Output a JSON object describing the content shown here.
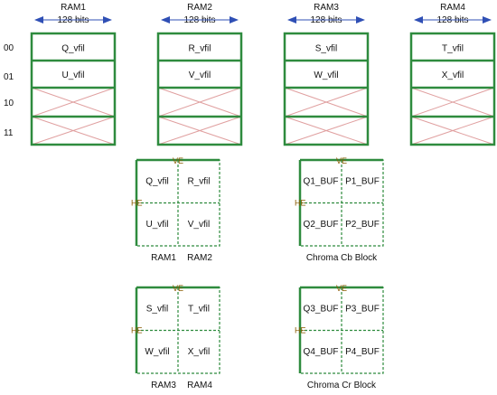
{
  "colors": {
    "box": "#2e8b3e",
    "arrow": "#2f4fb5",
    "cross": "#e0a0a0",
    "edge": "#8a5a00"
  },
  "rams": [
    {
      "title": "RAM1",
      "width": "128 bits",
      "rows": [
        "Q_vfil",
        "U_vfil"
      ]
    },
    {
      "title": "RAM2",
      "width": "128 bits",
      "rows": [
        "R_vfil",
        "V_vfil"
      ]
    },
    {
      "title": "RAM3",
      "width": "128 bits",
      "rows": [
        "S_vfil",
        "W_vfil"
      ]
    },
    {
      "title": "RAM4",
      "width": "128 bits",
      "rows": [
        "T_vfil",
        "X_vfil"
      ]
    }
  ],
  "addresses": [
    "00",
    "01",
    "10",
    "11"
  ],
  "blocks": [
    {
      "vlabel": "VE",
      "hlabel": "HE",
      "cells": [
        "Q_vfil",
        "R_vfil",
        "U_vfil",
        "V_vfil"
      ],
      "caption_left": "RAM1",
      "caption_right": "RAM2",
      "caption": ""
    },
    {
      "vlabel": "VE",
      "hlabel": "HE",
      "cells": [
        "Q1_BUF",
        "P1_BUF",
        "Q2_BUF",
        "P2_BUF"
      ],
      "caption_left": "",
      "caption_right": "",
      "caption": "Chroma Cb Block"
    },
    {
      "vlabel": "VE",
      "hlabel": "HE",
      "cells": [
        "S_vfil",
        "T_vfil",
        "W_vfil",
        "X_vfil"
      ],
      "caption_left": "RAM3",
      "caption_right": "RAM4",
      "caption": ""
    },
    {
      "vlabel": "VE",
      "hlabel": "HE",
      "cells": [
        "Q3_BUF",
        "P3_BUF",
        "Q4_BUF",
        "P4_BUF"
      ],
      "caption_left": "",
      "caption_right": "",
      "caption": "Chroma Cr Block"
    }
  ]
}
